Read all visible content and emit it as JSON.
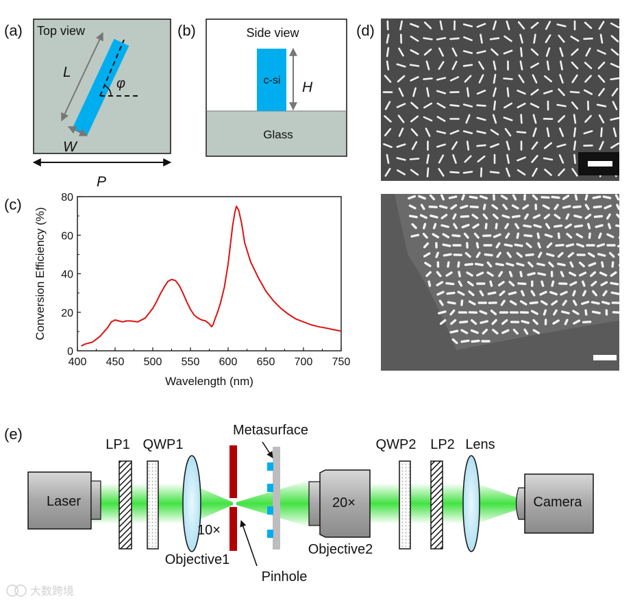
{
  "panels": {
    "a": {
      "tag": "(a)",
      "title": "Top view",
      "labels": {
        "length": "L",
        "width": "W",
        "angle": "φ",
        "period": "P"
      }
    },
    "b": {
      "tag": "(b)",
      "title": "Side view",
      "material": "c-si",
      "substrate": "Glass",
      "height": "H"
    },
    "c": {
      "tag": "(c)"
    },
    "d": {
      "tag": "(d)"
    },
    "e": {
      "tag": "(e)",
      "components": {
        "laser": "Laser",
        "lp1": "LP1",
        "qwp1": "QWP1",
        "objective1": "Objective1",
        "objective1_mag": "10×",
        "pinhole": "Pinhole",
        "metasurface": "Metasurface",
        "objective2": "Objective2",
        "objective2_mag": "20×",
        "qwp2": "QWP2",
        "lp2": "LP2",
        "lens": "Lens",
        "camera": "Camera"
      }
    }
  },
  "watermark": "大数跨境",
  "colors": {
    "nanopillar": "#00aeef",
    "substrate": "#bccac3",
    "beam": "#22dd22",
    "pinhole": "#b30000",
    "curve": "#dd1111",
    "sem_background": "#4a4a4a"
  },
  "chart_data": {
    "type": "line",
    "xlabel": "Wavelength (nm)",
    "ylabel": "Conversion Efficiency (%)",
    "xlim": [
      400,
      750
    ],
    "ylim": [
      0,
      80
    ],
    "xticks": [
      "400",
      "450",
      "500",
      "550",
      "600",
      "650",
      "700",
      "750"
    ],
    "yticks": [
      "0",
      "20",
      "40",
      "60",
      "80"
    ],
    "series": [
      {
        "x": [
          405,
          410,
          420,
          430,
          440,
          445,
          450,
          455,
          460,
          465,
          470,
          480,
          490,
          500,
          505,
          510,
          515,
          520,
          525,
          530,
          535,
          540,
          545,
          550,
          555,
          560,
          565,
          570,
          575,
          578,
          580,
          583,
          586,
          590,
          595,
          600,
          603,
          606,
          609,
          611,
          614,
          618,
          622,
          630,
          640,
          650,
          660,
          670,
          680,
          690,
          700,
          710,
          720,
          730,
          740,
          750
        ],
        "y": [
          2.5,
          3.5,
          4.5,
          7.5,
          12,
          15,
          16,
          15.5,
          15,
          15.5,
          15.5,
          15,
          17,
          22,
          25.5,
          29.5,
          33,
          36,
          37,
          36.5,
          34,
          30,
          25.5,
          21.5,
          18.5,
          17,
          16,
          15.5,
          14,
          12.5,
          13.5,
          17,
          20,
          25,
          33,
          45,
          55,
          65,
          72,
          75,
          73,
          66,
          56,
          46,
          38,
          31,
          26,
          22,
          19,
          16.5,
          15,
          13.5,
          12.5,
          11.8,
          11,
          10.2
        ]
      }
    ]
  }
}
